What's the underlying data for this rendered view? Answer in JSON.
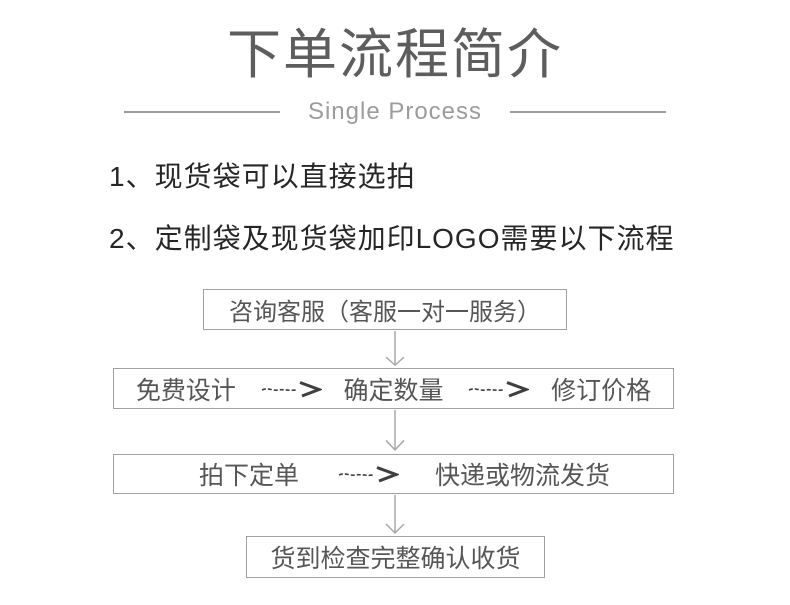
{
  "header": {
    "title": "下单流程简介",
    "subtitle": "Single Process"
  },
  "notes": [
    "1、现货袋可以直接选拍",
    "2、定制袋及现货袋加印LOGO需要以下流程"
  ],
  "flow": {
    "step1": "咨询客服（客服一对一服务）",
    "row2": [
      "免费设计",
      "确定数量",
      "修订价格"
    ],
    "row3": [
      "拍下定单",
      "快递或物流发货"
    ],
    "step4": "货到检查完整确认收货"
  },
  "colors": {
    "background": "#ffffff",
    "title_text": "#5d5d5d",
    "subtitle_text": "#9c9c9c",
    "body_text": "#262626",
    "box_border": "#a1a1a1",
    "box_text": "#565656",
    "arrow_down": "#a8a8a8",
    "arrow_right": "#3f3f3f"
  }
}
